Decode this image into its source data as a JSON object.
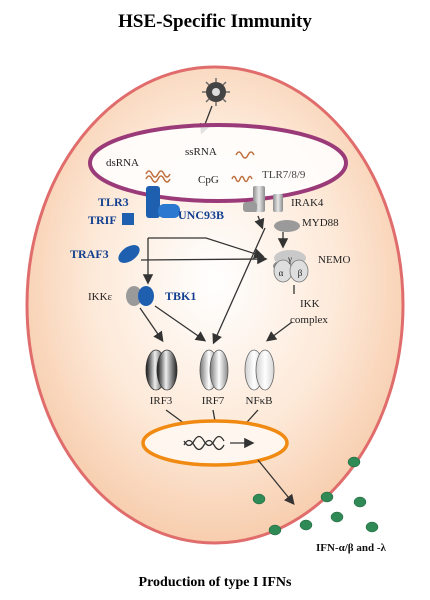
{
  "title": "HSE-Specific Immunity",
  "footer": "Production of type I IFNs",
  "colors": {
    "cell_fill": "#f8d7b8",
    "cell_stroke": "#e06c6c",
    "endosome_stroke": "#9b3a78",
    "nucleus_stroke": "#f08a12",
    "highlight_protein": "#1f5fb0",
    "ifn_dot": "#2f8a55",
    "highlight_text": "#123f8f"
  },
  "labels": {
    "dsRNA": "dsRNA",
    "ssRNA": "ssRNA",
    "cpg": "CpG",
    "tlr789": "TLR7/8/9",
    "tlr3": "TLR3",
    "trif": "TRIF",
    "unc93b": "UNC93B",
    "irak4": "IRAK4",
    "myd88": "MYD88",
    "traf3": "TRAF3",
    "nemo": "NEMO",
    "ikke": "IKKε",
    "tbk1": "TBK1",
    "ikk_complex_1": "IKK",
    "ikk_complex_2": "complex",
    "irf3": "IRF3",
    "irf7": "IRF7",
    "nfkb": "NFκB",
    "nemo_gamma": "γ",
    "nemo_alpha": "α",
    "nemo_beta": "β",
    "ifn": "IFN-α/β and -λ"
  }
}
